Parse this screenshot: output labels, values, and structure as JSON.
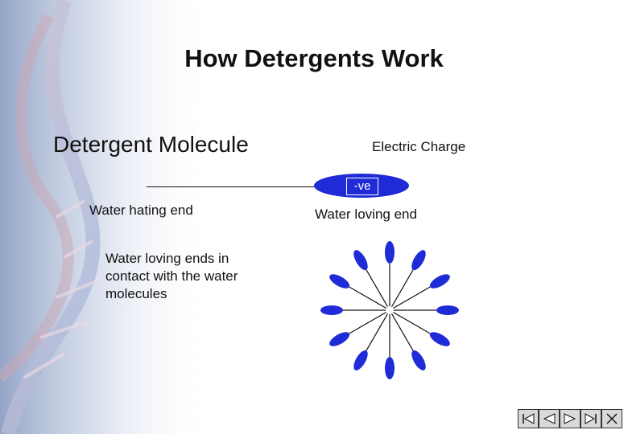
{
  "slide": {
    "title": "How Detergents Work",
    "molecule_heading": "Detergent Molecule",
    "charge_label": "Electric Charge",
    "charge_value": "-ve",
    "water_hating_label": "Water hating end",
    "water_loving_label": "Water loving end",
    "micelle_description": "Water loving ends in contact with the water molecules"
  },
  "colors": {
    "head": "#1f2bd6",
    "text": "#111111",
    "background": "#ffffff"
  },
  "micelle": {
    "molecule_count": 12
  },
  "navigation": {
    "buttons": [
      "first-icon",
      "previous-icon",
      "next-icon",
      "last-icon",
      "end-icon"
    ]
  }
}
